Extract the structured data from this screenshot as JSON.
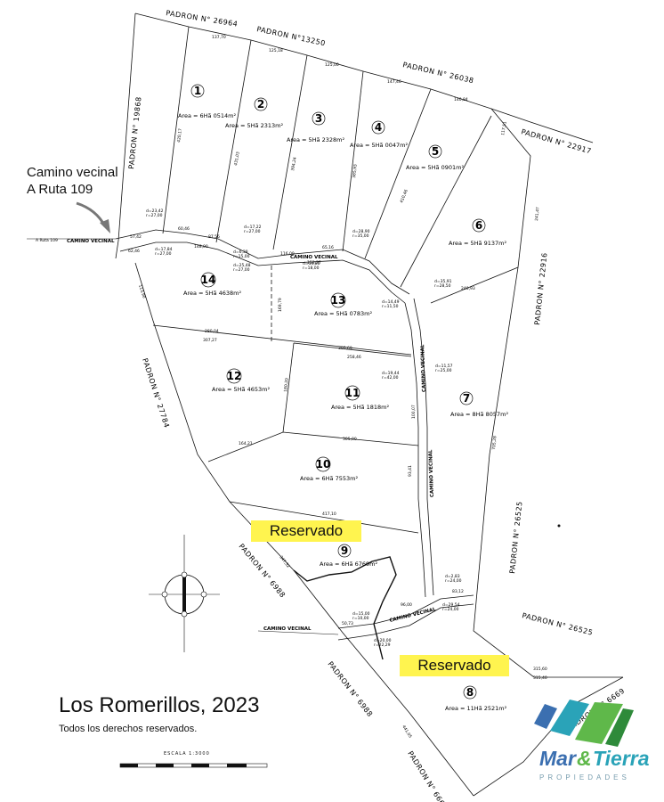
{
  "lots": [
    {
      "n": "1",
      "area": "Area = 6Hã 0514m²"
    },
    {
      "n": "2",
      "area": "Area = 5Hã 2313m²"
    },
    {
      "n": "3",
      "area": "Area = 5Hã 2328m²"
    },
    {
      "n": "4",
      "area": "Area = 5Hã 0047m²"
    },
    {
      "n": "5",
      "area": "Area = 5Hã 0901m²"
    },
    {
      "n": "6",
      "area": "Area = 5Hã 9137m²"
    },
    {
      "n": "7",
      "area": "Area = 8Hã 8057m²"
    },
    {
      "n": "8",
      "area": "Area = 11Hã 2521m²"
    },
    {
      "n": "9",
      "area": "Area = 6Hã 6769m²"
    },
    {
      "n": "10",
      "area": "Area = 6Hã 7553m²"
    },
    {
      "n": "11",
      "area": "Area = 5Hã 1818m²"
    },
    {
      "n": "12",
      "area": "Area = 5Hã 4653m²"
    },
    {
      "n": "13",
      "area": "Area = 5Hã 0783m²"
    },
    {
      "n": "14",
      "area": "Area = 5Hã 4638m²"
    }
  ],
  "padrones": {
    "p26964": "PADRON   N°   26964",
    "p13250": "PADRON   N°13250",
    "p26038": "PADRON   N°   26038",
    "p22917": "PADRON   N°   22917",
    "p19868": "PADRON   N°   19868",
    "p22916": "PADRON   N°   22916",
    "p27784": "PADRON   N°   27784",
    "p26525a": "PADRON   N°   26525",
    "p26525b": "PADRON   N°   26525",
    "p6988a": "PADRON   N°   6988",
    "p6988b": "PADRON   N°   6988",
    "p6669a": "PADRON   N°   6669",
    "p6669b": "PADRON   N°   6669"
  },
  "roads": {
    "camino_vecinal": "CAMINO VECINAL",
    "a_ruta": "A Ruta 109"
  },
  "dims": {
    "d137": "137,70",
    "d125a": "125,18",
    "d125b": "125,00",
    "d147": "147,46",
    "d140": "140,84",
    "d117": "117,51",
    "d241": "241,47",
    "d420": "420,17",
    "d431": "431,03",
    "d394": "394,24",
    "d385": "385,93",
    "d410": "410,46",
    "d148": "148,00",
    "d87": "87,56",
    "d60": "60,46",
    "d116": "116,09",
    "d65": "65,16",
    "d153": "153,37",
    "d280": "280,04",
    "d307": "307,27",
    "d305a": "305,69",
    "d258": "258,46",
    "d305b": "305,00",
    "d164": "164,21",
    "d417": "417,10",
    "d315a": "315,60",
    "d315b": "315,40",
    "d240": "240,93",
    "d705": "705,28",
    "d100": "100,07",
    "d93": "93,41",
    "d83": "83,12",
    "d50": "50,73",
    "d57": "57,42",
    "d62": "62,46",
    "d96": "96,00",
    "d441": "441,05",
    "d347": "347,32",
    "d180": "180,20",
    "d169": "169,79",
    "d113": "113,90"
  },
  "curves": {
    "c1a": "d=23,42",
    "c1b": "r=27,00",
    "c2a": "d=17,84",
    "c2b": "r=27,00",
    "c3a": "d=17,22",
    "c3b": "r=27,00",
    "c4a": "d=6,38",
    "c4b": "r=15,00",
    "c5a": "d=25,48",
    "c5b": "r=27,00",
    "c6a": "d=14,86",
    "c6b": "r=18,00",
    "c7a": "d=28,90",
    "c7b": "r=35,00",
    "c8a": "d=35,91",
    "c8b": "r=28,50",
    "c9a": "d=14,49",
    "c9b": "r=11,50",
    "c10a": "d=11,57",
    "c10b": "r=25,00",
    "c11a": "d=19,44",
    "c11b": "r=42,00",
    "c12a": "d=2,83",
    "c12b": "r=24,00",
    "c13a": "d=29,54",
    "c13b": "r=24,00",
    "c14a": "d=15,00",
    "c14b": "r=10,00",
    "c15a": "d=20,00",
    "c15b": "r=22,29"
  },
  "overlay": {
    "reservado_1": "Reservado",
    "reservado_2": "Reservado",
    "camino_line1": "Camino vecinal",
    "camino_line2": "A Ruta 109",
    "title": "Los Romerillos, 2023",
    "rights": "Todos los derechos reservados.",
    "scale": "ESCALA  1:3000",
    "brand_a": "Mar",
    "brand_amp": "&",
    "brand_b": "Tierra",
    "brand_sub": "PROPIEDADES"
  },
  "colors": {
    "reservado_bg": "#fff44f",
    "line": "#111111",
    "brand_blue": "#3b6fb0",
    "brand_green": "#5fb84a"
  }
}
